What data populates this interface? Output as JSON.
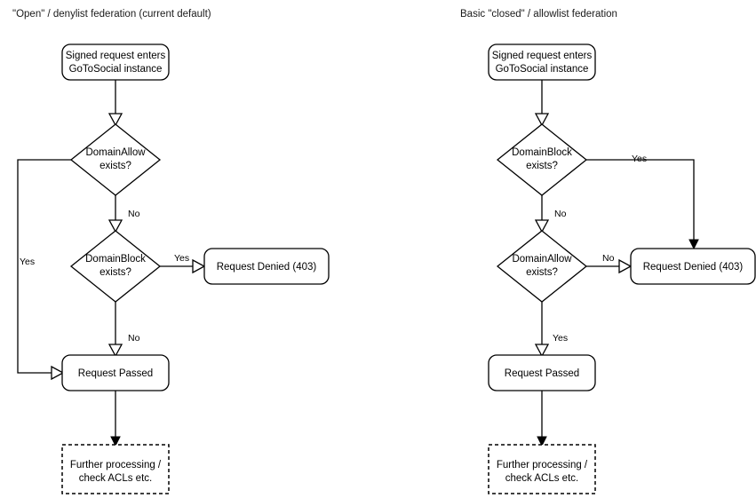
{
  "diagram": {
    "type": "flowchart",
    "background": "#ffffff",
    "stroke_color": "#000000",
    "text_color": "#000000",
    "panels": [
      {
        "id": "open-denylist",
        "title": "\"Open\" / denylist federation (current default)",
        "nodes": [
          {
            "id": "entry",
            "shape": "rounded-rect",
            "label_line1": "Signed request enters",
            "label_line2": "GoToSocial instance"
          },
          {
            "id": "allow",
            "shape": "diamond",
            "label_line1": "DomainAllow",
            "label_line2": "exists?"
          },
          {
            "id": "block",
            "shape": "diamond",
            "label_line1": "DomainBlock",
            "label_line2": "exists?"
          },
          {
            "id": "denied",
            "shape": "rounded-rect",
            "label_line1": "Request Denied (403)",
            "label_line2": ""
          },
          {
            "id": "passed",
            "shape": "rounded-rect",
            "label_line1": "Request Passed",
            "label_line2": ""
          },
          {
            "id": "further",
            "shape": "dashed-rect",
            "label_line1": "Further processing /",
            "label_line2": "check ACLs etc."
          }
        ],
        "edges": [
          {
            "from": "entry",
            "to": "allow",
            "label": ""
          },
          {
            "from": "allow",
            "to": "passed",
            "label": "Yes"
          },
          {
            "from": "allow",
            "to": "block",
            "label": "No"
          },
          {
            "from": "block",
            "to": "denied",
            "label": "Yes"
          },
          {
            "from": "block",
            "to": "passed",
            "label": "No"
          },
          {
            "from": "passed",
            "to": "further",
            "label": ""
          }
        ]
      },
      {
        "id": "closed-allowlist",
        "title": "Basic \"closed\" / allowlist federation",
        "nodes": [
          {
            "id": "entry",
            "shape": "rounded-rect",
            "label_line1": "Signed request enters",
            "label_line2": "GoToSocial instance"
          },
          {
            "id": "block",
            "shape": "diamond",
            "label_line1": "DomainBlock",
            "label_line2": "exists?"
          },
          {
            "id": "allow",
            "shape": "diamond",
            "label_line1": "DomainAllow",
            "label_line2": "exists?"
          },
          {
            "id": "denied",
            "shape": "rounded-rect",
            "label_line1": "Request Denied (403)",
            "label_line2": ""
          },
          {
            "id": "passed",
            "shape": "rounded-rect",
            "label_line1": "Request Passed",
            "label_line2": ""
          },
          {
            "id": "further",
            "shape": "dashed-rect",
            "label_line1": "Further processing /",
            "label_line2": "check ACLs etc."
          }
        ],
        "edges": [
          {
            "from": "entry",
            "to": "block",
            "label": ""
          },
          {
            "from": "block",
            "to": "denied",
            "label": "Yes"
          },
          {
            "from": "block",
            "to": "allow",
            "label": "No"
          },
          {
            "from": "allow",
            "to": "denied",
            "label": "No"
          },
          {
            "from": "allow",
            "to": "passed",
            "label": "Yes"
          },
          {
            "from": "passed",
            "to": "further",
            "label": ""
          }
        ]
      }
    ]
  }
}
